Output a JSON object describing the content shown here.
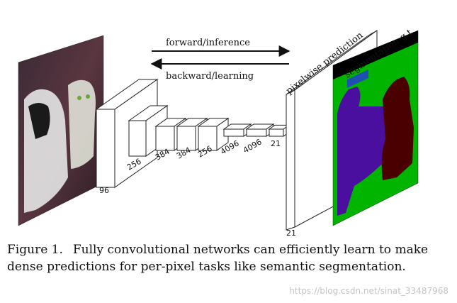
{
  "arrows": {
    "forward_label": "forward/inference",
    "backward_label": "backward/learning"
  },
  "layers": [
    {
      "label": "96"
    },
    {
      "label": "256"
    },
    {
      "label": "384"
    },
    {
      "label": "384"
    },
    {
      "label": "256"
    },
    {
      "label": "4096"
    },
    {
      "label": "4096"
    },
    {
      "label": "21"
    }
  ],
  "output": {
    "prediction_label": "pixelwise prediction",
    "prediction_channels": "21",
    "gt_label": "segmentation g.t."
  },
  "segmentation_colors": {
    "background": "#00b400",
    "dog": "#4b0fa0",
    "cat": "#4a0000",
    "void": "#000000",
    "monitor": "#1e50b4"
  },
  "caption": {
    "label": "Figure 1.",
    "text": "Fully convolutional networks can efficiently learn to make dense predictions for per-pixel tasks like semantic segmentation."
  },
  "watermark": "https://blog.csdn.net/sinat_33487968"
}
